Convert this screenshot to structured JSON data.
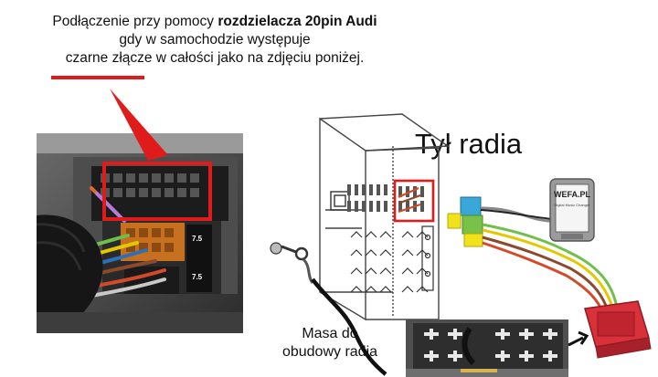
{
  "caption": {
    "line1_prefix": "Podłączenie przy pomocy ",
    "line1_bold": "rozdzielacza 20pin Audi",
    "line2": "gdy w samochodzie występuje",
    "line3_underlined": "czarne złącze",
    "line3_rest": " w całości jako na zdjęciu poniżej."
  },
  "diagram": {
    "title": "Tył radia",
    "ground_label_line1": "Masa do",
    "ground_label_line2": "obudowy radia"
  },
  "device": {
    "brand": "WEFA.PL",
    "subtitle": "Digital Music Changer"
  },
  "photo": {
    "pin_labels": [
      "7.5",
      "7.5"
    ]
  },
  "colors": {
    "highlight_red": "#e01b1b",
    "connector_red": "#d9303a",
    "plug_yellow": "#f2e21a",
    "plug_blue": "#3aa7d8",
    "plug_green": "#79c24a",
    "connector_brown": "#c7701f"
  }
}
